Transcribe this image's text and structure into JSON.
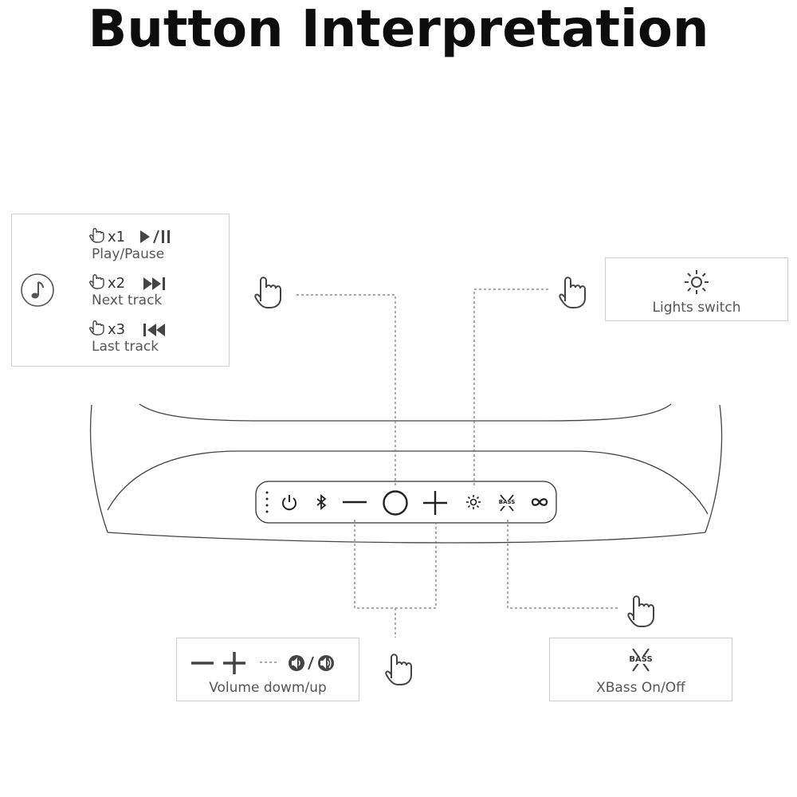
{
  "title": "Button Interpretation",
  "music_box": {
    "items": [
      {
        "multiplier": "x1",
        "label": "Play/Pause"
      },
      {
        "multiplier": "x2",
        "label": "Next track"
      },
      {
        "multiplier": "x3",
        "label": "Last track"
      }
    ]
  },
  "lights_box": {
    "label": "Lights switch"
  },
  "volume_box": {
    "label": "Volume dowm/up"
  },
  "xbass_box": {
    "label": "XBass On/Off",
    "icon_text": "BASS"
  },
  "panel": {
    "bass_text": "BASS"
  },
  "colors": {
    "line": "#333333",
    "dotted": "#777777",
    "box_border": "#cfcfcf",
    "label": "#555555"
  }
}
